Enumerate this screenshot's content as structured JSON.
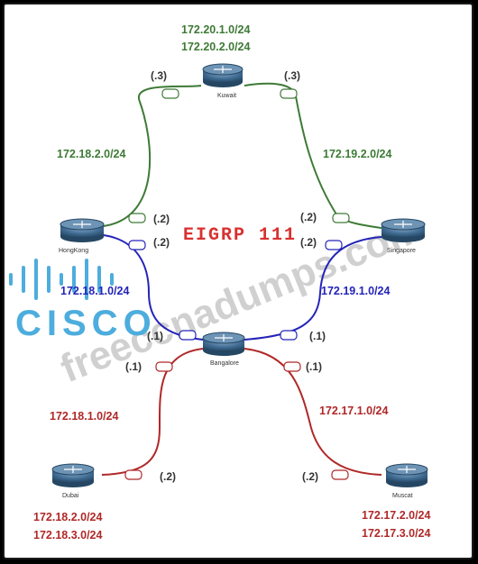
{
  "title": "EIGRP 111",
  "colors": {
    "green": "#3e7a36",
    "blue": "#2424b8",
    "red": "#b02828",
    "title": "#d8312f",
    "cisco": "#2f9fd8",
    "watermark": "#c8c8c8"
  },
  "routers": {
    "kuwait": {
      "name": "Kuwait",
      "networks": [
        "172.20.1.0/24",
        "172.20.2.0/24"
      ]
    },
    "hongkong": {
      "name": "HongKong"
    },
    "singapore": {
      "name": "Singapore"
    },
    "bangalore": {
      "name": "Bangalore"
    },
    "dubai": {
      "name": "Dubai",
      "networks": [
        "172.18.2.0/24",
        "172.18.3.0/24"
      ]
    },
    "muscat": {
      "name": "Muscat",
      "networks": [
        "172.17.2.0/24",
        "172.17.3.0/24"
      ]
    }
  },
  "links": {
    "hk_kuwait": {
      "network": "172.18.2.0/24",
      "hk_host": "(.2)",
      "kuwait_host": "(.3)"
    },
    "kuwait_sg": {
      "network": "172.19.2.0/24",
      "kuwait_host": "(.3)",
      "sg_host": "(.2)"
    },
    "hk_blr": {
      "network": "172.18.1.0/24",
      "hk_host": "(.2)",
      "blr_host": "(.1)"
    },
    "sg_blr": {
      "network": "172.19.1.0/24",
      "sg_host": "(.2)",
      "blr_host": "(.1)"
    },
    "blr_dubai": {
      "network": "172.18.1.0/24",
      "blr_host": "(.1)",
      "dubai_host": "(.2)"
    },
    "blr_muscat": {
      "network": "172.17.1.0/24",
      "blr_host": "(.1)",
      "muscat_host": "(.2)"
    }
  },
  "watermark": {
    "logo_text": "CISCO",
    "site": "freeccnadumps.com"
  }
}
